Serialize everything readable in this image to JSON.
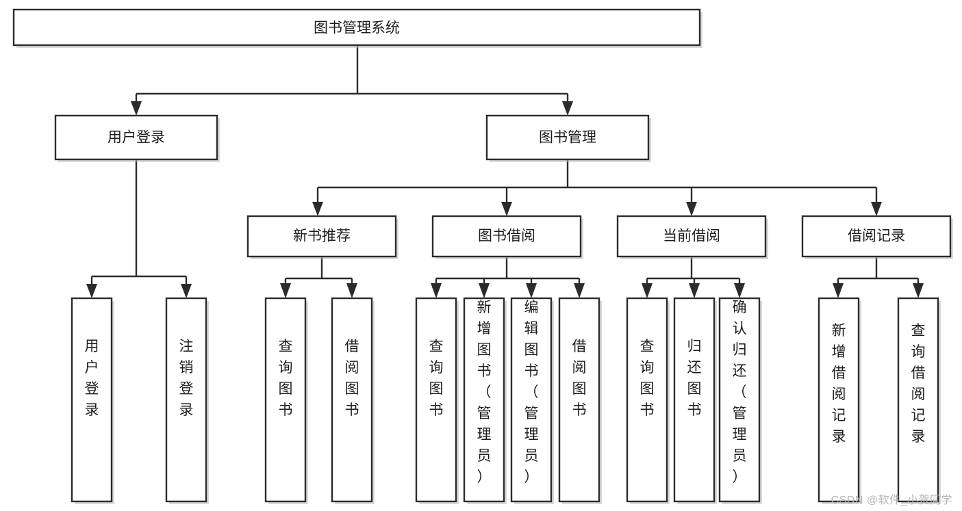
{
  "diagram": {
    "type": "tree-hierarchy-chart",
    "title": "图书管理系统",
    "orientation": "top-down",
    "colors": {
      "box_fill": "#ffffff",
      "box_stroke": "#2b2b2b",
      "text": "#1d1d1d",
      "shadow": "#b9b9b9",
      "watermark": "#b4b4b4",
      "background": "#ffffff"
    },
    "nodes": {
      "root": {
        "label": "图书管理系统"
      },
      "level2": [
        {
          "id": "user-login",
          "label": "用户登录"
        },
        {
          "id": "book-manage",
          "label": "图书管理"
        }
      ],
      "level3": [
        {
          "id": "new-book-rec",
          "label": "新书推荐"
        },
        {
          "id": "book-borrow",
          "label": "图书借阅"
        },
        {
          "id": "current-borrow",
          "label": "当前借阅"
        },
        {
          "id": "borrow-record",
          "label": "借阅记录"
        }
      ],
      "leaves": {
        "user_login": [
          {
            "id": "leaf-user-login",
            "label": "用户登录"
          },
          {
            "id": "leaf-logout",
            "label": "注销登录"
          }
        ],
        "new_book_rec": [
          {
            "id": "leaf-query-book-1",
            "label": "查询图书"
          },
          {
            "id": "leaf-borrow-book-1",
            "label": "借阅图书"
          }
        ],
        "book_borrow": [
          {
            "id": "leaf-query-book-2",
            "label": "查询图书"
          },
          {
            "id": "leaf-add-book",
            "label": "新增图书（管理员）"
          },
          {
            "id": "leaf-edit-book",
            "label": "编辑图书（管理员）"
          },
          {
            "id": "leaf-borrow-book-2",
            "label": "借阅图书"
          }
        ],
        "current_borrow": [
          {
            "id": "leaf-query-book-3",
            "label": "查询图书"
          },
          {
            "id": "leaf-return-book",
            "label": "归还图书"
          },
          {
            "id": "leaf-confirm-return",
            "label": "确认归还（管理员）"
          }
        ],
        "borrow_record": [
          {
            "id": "leaf-add-record",
            "label": "新增借阅记录"
          },
          {
            "id": "leaf-query-record",
            "label": "查询借阅记录"
          }
        ]
      }
    },
    "watermark": "CSDN @软件_小贺同学"
  }
}
